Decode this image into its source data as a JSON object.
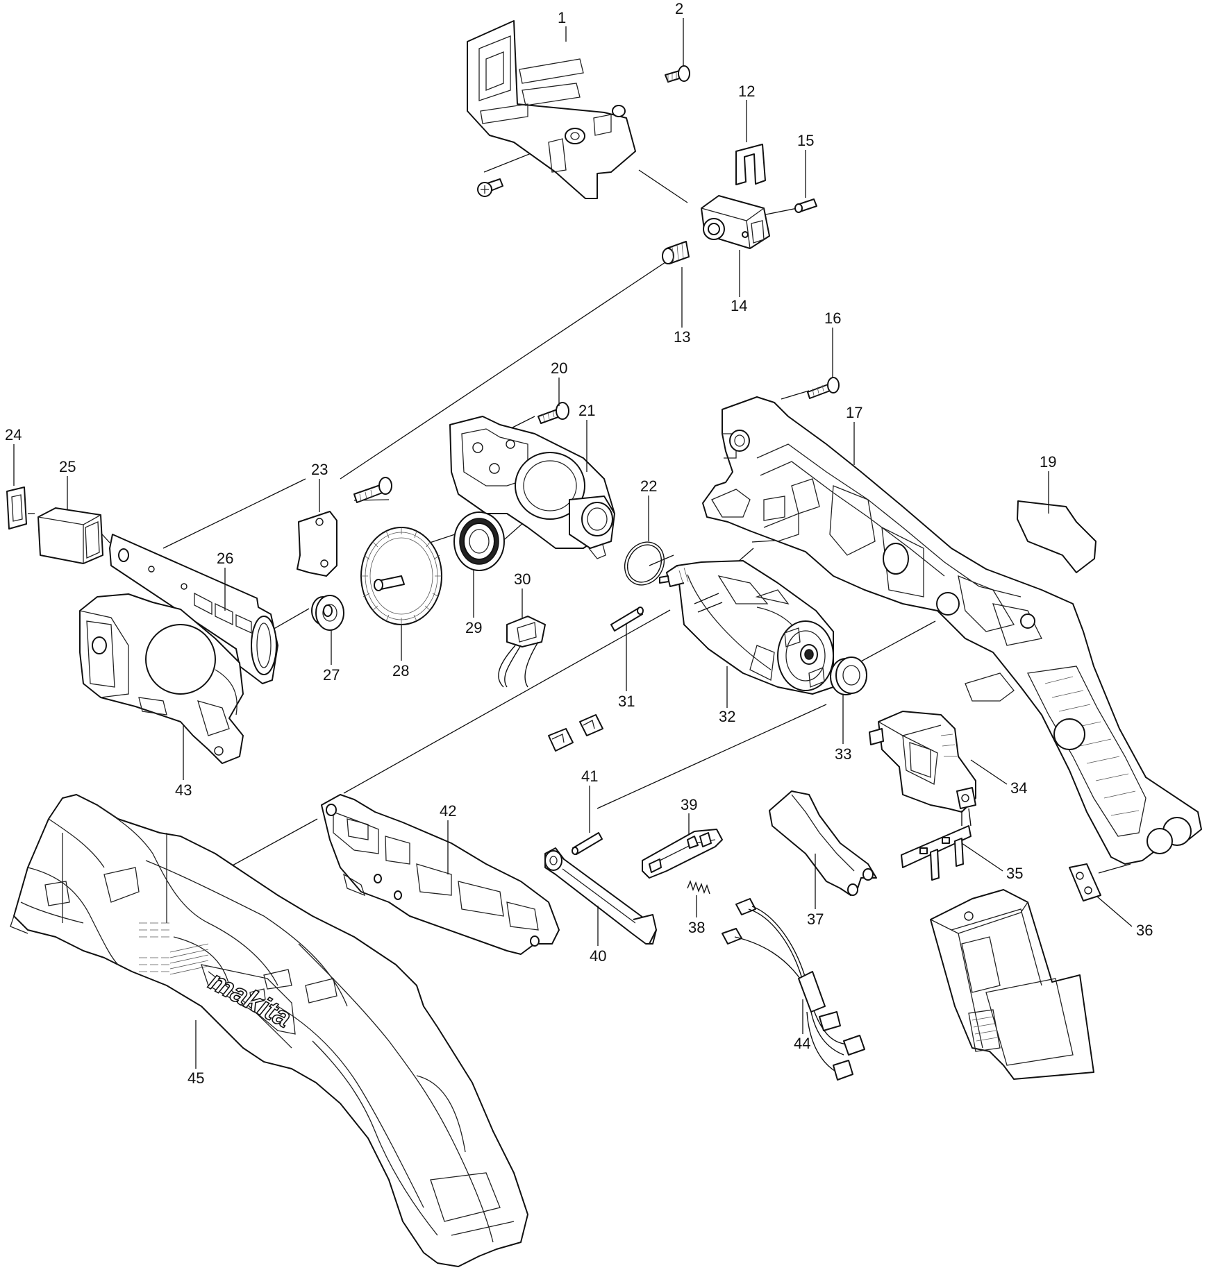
{
  "diagram": {
    "brand_text": "makita",
    "part_numbers": [
      "1",
      "2",
      "12",
      "15",
      "14",
      "13",
      "16",
      "20",
      "21",
      "17",
      "24",
      "25",
      "23",
      "22",
      "19",
      "26",
      "30",
      "29",
      "27",
      "28",
      "31",
      "32",
      "33",
      "43",
      "41",
      "39",
      "34",
      "42",
      "37",
      "35",
      "38",
      "36",
      "40",
      "44",
      "45"
    ]
  }
}
